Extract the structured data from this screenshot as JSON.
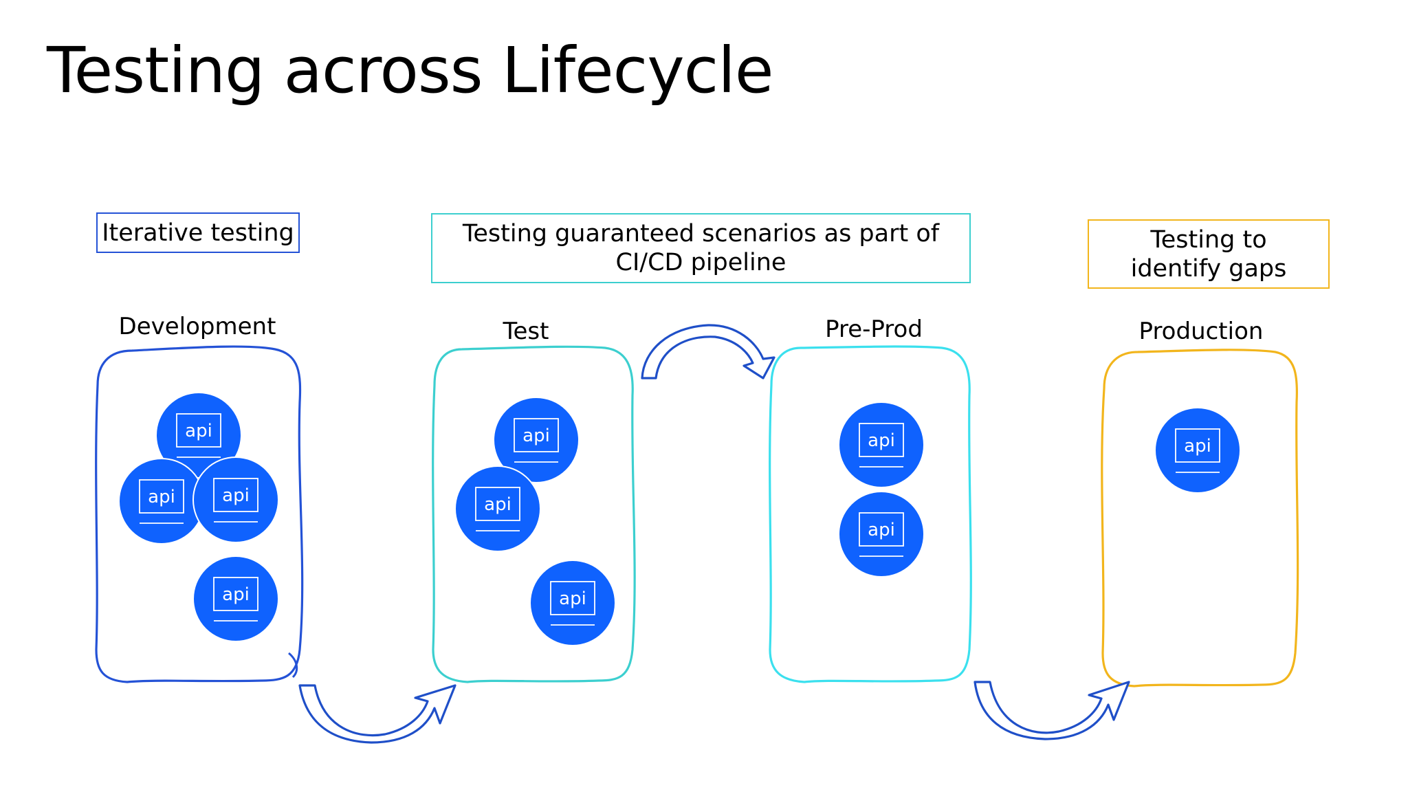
{
  "title": "Testing across Lifecycle",
  "colors": {
    "development": "#2452d6",
    "test": "#3ccfcf",
    "preprod": "#3be0ee",
    "production": "#f2b51c",
    "api_fill": "#0f62fe",
    "arrow": "#1f4fc8"
  },
  "notes": {
    "development": "Iterative testing",
    "test_preprod": "Testing guaranteed scenarios as part of CI/CD pipeline",
    "production": "Testing to identify gaps"
  },
  "stages": {
    "development": "Development",
    "test": "Test",
    "preprod": "Pre-Prod",
    "production": "Production"
  },
  "api_label": "api",
  "api_icon": "api-circle-icon",
  "arrow_icon": "curved-arrow-icon"
}
